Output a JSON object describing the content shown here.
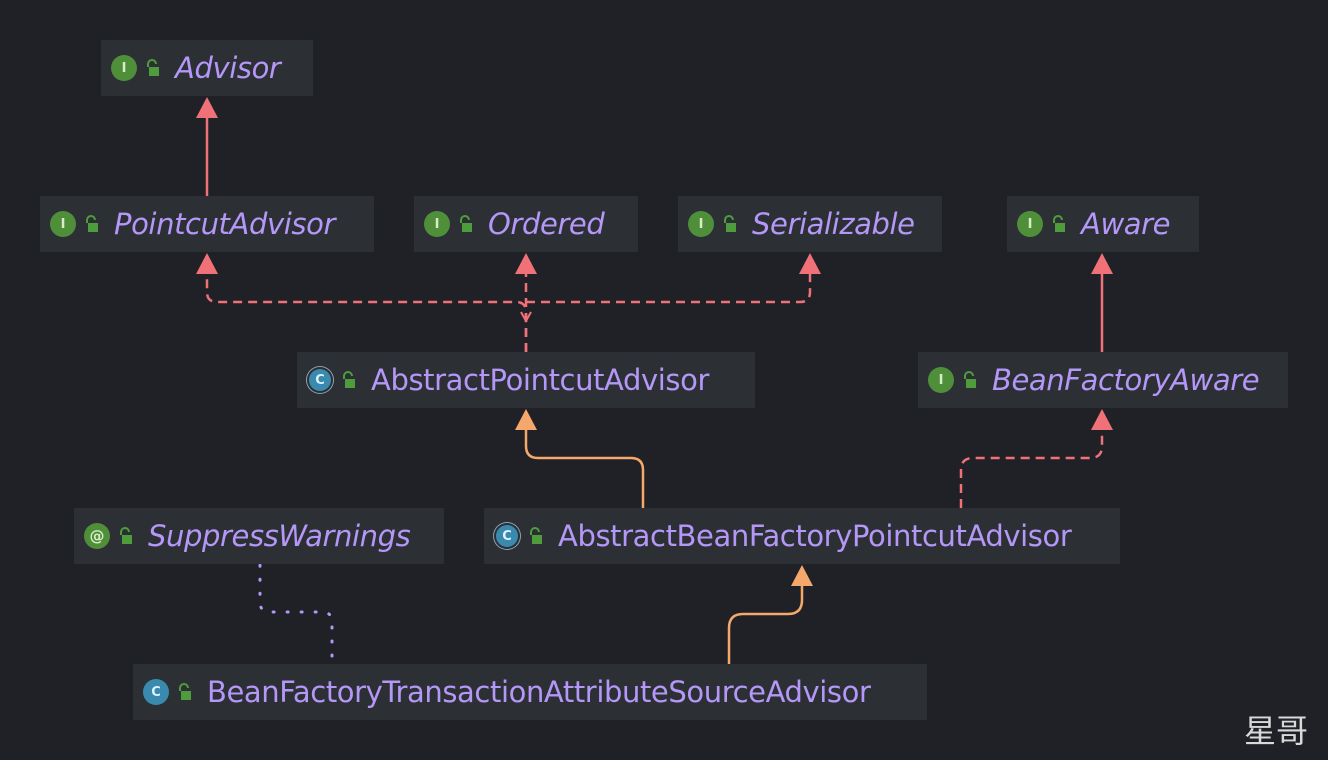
{
  "diagram": {
    "nodes": [
      {
        "id": "advisor",
        "kind": "interface",
        "badge": "I",
        "label": "Advisor"
      },
      {
        "id": "pointcut-advisor",
        "kind": "interface",
        "badge": "I",
        "label": "PointcutAdvisor"
      },
      {
        "id": "ordered",
        "kind": "interface",
        "badge": "I",
        "label": "Ordered"
      },
      {
        "id": "serializable",
        "kind": "interface",
        "badge": "I",
        "label": "Serializable"
      },
      {
        "id": "aware",
        "kind": "interface",
        "badge": "I",
        "label": "Aware"
      },
      {
        "id": "abstract-pointcut-advisor",
        "kind": "abstract",
        "badge": "C",
        "label": "AbstractPointcutAdvisor"
      },
      {
        "id": "bean-factory-aware",
        "kind": "interface",
        "badge": "I",
        "label": "BeanFactoryAware"
      },
      {
        "id": "suppress-warnings",
        "kind": "annotation",
        "badge": "@",
        "label": "SuppressWarnings"
      },
      {
        "id": "abstract-bean-factory-pointcut-advisor",
        "kind": "abstract",
        "badge": "C",
        "label": "AbstractBeanFactoryPointcutAdvisor"
      },
      {
        "id": "bean-factory-transaction-attribute-source-advisor",
        "kind": "class",
        "badge": "C",
        "label": "BeanFactoryTransactionAttributeSourceAdvisor"
      }
    ],
    "edges": [
      {
        "from": "pointcut-advisor",
        "to": "advisor",
        "type": "extends-interface"
      },
      {
        "from": "abstract-pointcut-advisor",
        "to": "pointcut-advisor",
        "type": "implements"
      },
      {
        "from": "abstract-pointcut-advisor",
        "to": "ordered",
        "type": "implements"
      },
      {
        "from": "abstract-pointcut-advisor",
        "to": "serializable",
        "type": "implements"
      },
      {
        "from": "bean-factory-aware",
        "to": "aware",
        "type": "extends-interface"
      },
      {
        "from": "abstract-bean-factory-pointcut-advisor",
        "to": "abstract-pointcut-advisor",
        "type": "extends-class"
      },
      {
        "from": "abstract-bean-factory-pointcut-advisor",
        "to": "bean-factory-aware",
        "type": "implements"
      },
      {
        "from": "bean-factory-transaction-attribute-source-advisor",
        "to": "abstract-bean-factory-pointcut-advisor",
        "type": "extends-class"
      },
      {
        "from": "bean-factory-transaction-attribute-source-advisor",
        "to": "suppress-warnings",
        "type": "annotated-with"
      }
    ],
    "colors": {
      "background": "#1f2126",
      "node_fill": "#2c3035",
      "label": "#b497f7",
      "interface_edge": "#f07178",
      "class_edge": "#f5a86b",
      "annotation_edge": "#b497f7"
    }
  },
  "watermark": "星哥"
}
